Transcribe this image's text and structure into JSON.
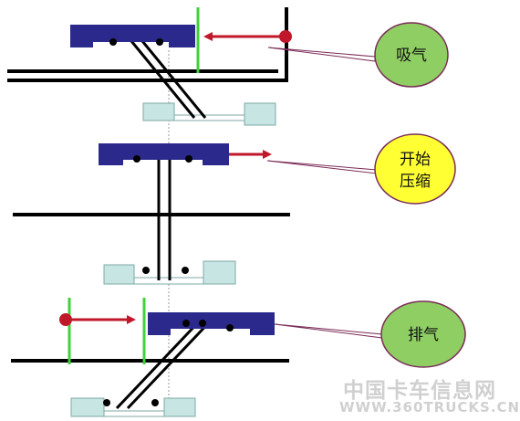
{
  "stages": [
    {
      "label": "吸气",
      "bubble_color": "#8fce63"
    },
    {
      "label_line1": "开始",
      "label_line2": "压缩",
      "bubble_color": "#ffff33"
    },
    {
      "label": "排气",
      "bubble_color": "#8fce63"
    }
  ],
  "colors": {
    "valve_plate": "#2b2a8c",
    "valve_seat": "#c6e5e3",
    "arrow": "#c0182a",
    "stopper": "#3fd23a",
    "line": "#000000"
  },
  "watermark": {
    "name": "中国卡车信息网",
    "url": "WWW.360TRUCKS.CN"
  }
}
